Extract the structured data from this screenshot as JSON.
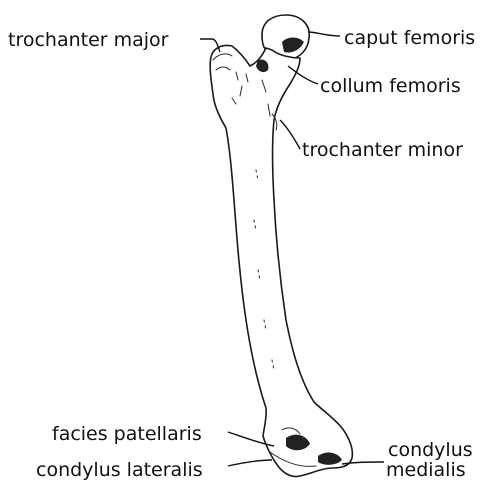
{
  "labels": {
    "trochanter_major": "trochanter major",
    "caput_femoris": "caput femoris",
    "collum_femoris": "collum femoris",
    "trochanter_minor": "trochanter minor",
    "facies_patellaris": "facies patellaris",
    "condylus_lateralis": "condylus lateralis",
    "condylus_medialis_line1": "condylus",
    "condylus_medialis_line2": "medialis"
  },
  "colors": {
    "ink": "#111111",
    "bone": "#ffffff"
  }
}
